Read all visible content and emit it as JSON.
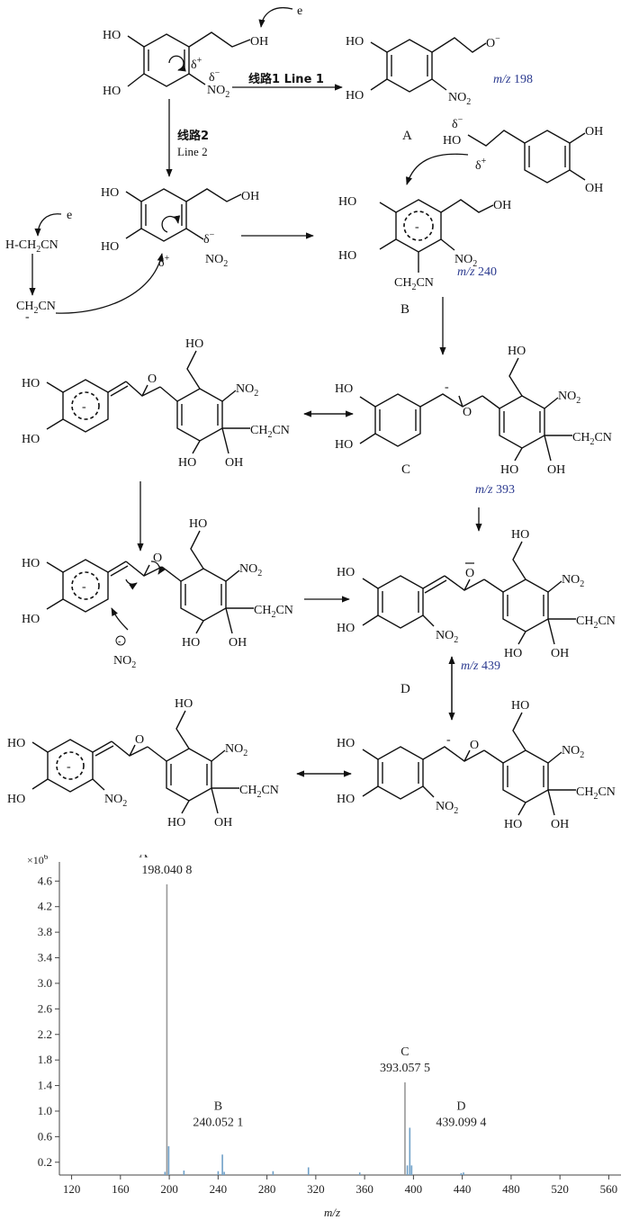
{
  "scheme": {
    "line1_label": "线路1 Line 1",
    "line2_label_cn": "线路2",
    "line2_label_en": "Line 2",
    "electron": "e",
    "groups": {
      "HO": "HO",
      "OH": "OH",
      "NO2": "NO",
      "sub2": "2",
      "O_minus": "O",
      "minus": "−",
      "delta_plus": "δ",
      "delta_minus": "δ",
      "plus_sup": "+",
      "minus_sup": "−",
      "CH2CN": "CH",
      "CN": "CN",
      "H_CH2CN": "H-CH",
      "O": "O",
      "ring_minus": "-"
    },
    "compounds": {
      "A": {
        "label": "A",
        "mz_prefix": "m/z",
        "mz_value": "198"
      },
      "B": {
        "label": "B",
        "mz_prefix": "m/z",
        "mz_value": "240"
      },
      "C": {
        "label": "C",
        "mz_prefix": "m/z",
        "mz_value": "393"
      },
      "D": {
        "label": "D",
        "mz_prefix": "m/z",
        "mz_value": "439"
      }
    }
  },
  "chart_data": {
    "type": "bar",
    "y_multiplier": "×10",
    "y_multiplier_exp": "6",
    "xlabel": "m/z",
    "xlim": [
      110,
      570
    ],
    "ylim": [
      0,
      4.9
    ],
    "x_ticks": [
      120,
      160,
      200,
      240,
      280,
      320,
      360,
      400,
      440,
      480,
      520,
      560
    ],
    "y_ticks": [
      0.2,
      0.6,
      1.0,
      1.4,
      1.8,
      2.2,
      2.6,
      3.0,
      3.4,
      3.8,
      4.2,
      4.6
    ],
    "peaks": [
      {
        "x": 198.0408,
        "y": 4.55,
        "label": "A",
        "value": "198.040 8"
      },
      {
        "x": 199.5,
        "y": 0.45
      },
      {
        "x": 196.5,
        "y": 0.05
      },
      {
        "x": 212,
        "y": 0.07
      },
      {
        "x": 240.0521,
        "y": 0.06,
        "label": "B",
        "value": "240.052 1"
      },
      {
        "x": 243.5,
        "y": 0.32
      },
      {
        "x": 245,
        "y": 0.05
      },
      {
        "x": 285,
        "y": 0.06
      },
      {
        "x": 314,
        "y": 0.12
      },
      {
        "x": 356,
        "y": 0.04
      },
      {
        "x": 393.0575,
        "y": 1.45,
        "label": "C",
        "value": "393.057 5"
      },
      {
        "x": 395,
        "y": 0.15
      },
      {
        "x": 397,
        "y": 0.74
      },
      {
        "x": 398.5,
        "y": 0.15
      },
      {
        "x": 439.0994,
        "y": 0.03,
        "label": "D",
        "value": "439.099 4"
      },
      {
        "x": 441,
        "y": 0.04
      }
    ],
    "colors": {
      "main": "#999999",
      "minor": "#6fa0c8",
      "axis": "#444444"
    }
  }
}
